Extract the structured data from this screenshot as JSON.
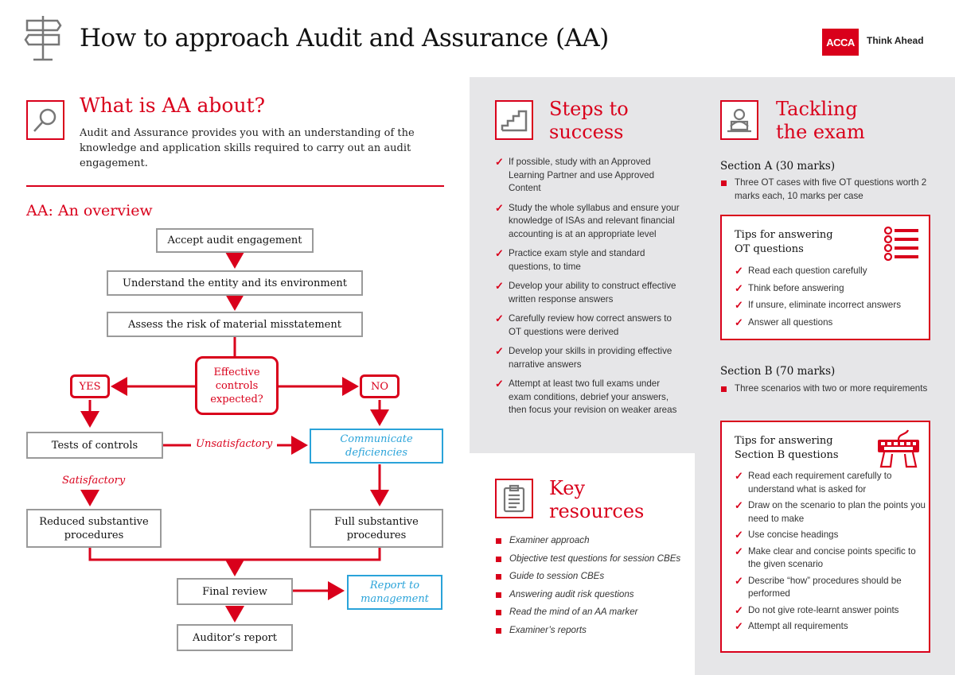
{
  "header": {
    "title": "How to approach Audit and Assurance (AA)",
    "logo": "ACCA",
    "tagline": "Think Ahead",
    "signpost_icon": "signpost-icon"
  },
  "about": {
    "heading": "What is AA about?",
    "icon": "magnifier-icon",
    "text": "Audit and Assurance provides you with an understanding of the knowledge and application skills required to carry out an audit engagement."
  },
  "overview": {
    "heading": "AA: An overview",
    "accept": "Accept audit engagement",
    "understand": "Understand the entity and its environment",
    "assess": "Assess the risk of material misstatement",
    "decision": "Effective controls expected?",
    "yes": "YES",
    "no": "NO",
    "tests": "Tests of controls",
    "unsatisfactory": "Unsatisfactory",
    "communicate": "Communicate deficiencies",
    "satisfactory": "Satisfactory",
    "reduced": "Reduced substantive procedures",
    "full": "Full substantive procedures",
    "final": "Final review",
    "report_mgmt": "Report to management",
    "auditor_report": "Auditor’s report"
  },
  "steps": {
    "heading_line1": "Steps to",
    "heading_line2": "success",
    "icon": "stairs-icon",
    "items": [
      "If possible, study with an Approved Learning Partner and use Approved Content",
      "Study the whole syllabus and ensure your knowledge of ISAs and relevant financial accounting is at an appropriate level",
      "Practice exam style and standard questions, to time",
      "Develop your ability to construct effective written response answers",
      "Carefully review how correct answers to OT questions were derived",
      "Develop your skills in providing effective narrative answers",
      "Attempt at least two full exams under exam conditions, debrief your answers, then focus your revision on weaker areas"
    ]
  },
  "resources": {
    "heading_line1": "Key",
    "heading_line2": "resources",
    "icon": "clipboard-icon",
    "items": [
      "Examiner approach",
      "Objective test questions for session CBEs",
      "Guide to session CBEs",
      "Answering audit risk questions",
      "Read the mind of an AA marker",
      "Examiner’s reports"
    ]
  },
  "exam": {
    "heading_line1": "Tackling",
    "heading_line2": "the exam",
    "icon": "laptop-person-icon",
    "section_a_title": "Section A (30 marks)",
    "section_a_text": "Three OT cases with five OT questions worth 2 marks each, 10 marks per case",
    "tips_ot_line1": "Tips for answering",
    "tips_ot_line2": "OT questions",
    "tips_ot_icon": "checklist-icon",
    "tips_ot": [
      "Read each question carefully",
      "Think before answering",
      "If unsure, eliminate incorrect answers",
      "Answer all questions"
    ],
    "section_b_title": "Section B (70 marks)",
    "section_b_text": "Three scenarios with two or more requirements",
    "tips_b_line1": "Tips for answering",
    "tips_b_line2": "Section B questions",
    "tips_b_icon": "keyboard-hands-icon",
    "tips_b": [
      "Read each requirement carefully to understand what is asked for",
      "Draw on the scenario to plan the points you need to make",
      "Use concise headings",
      "Make clear and concise points specific to the given scenario",
      "Describe “how” procedures should be performed",
      "Do not give rote-learnt answer points",
      "Attempt all requirements"
    ]
  },
  "colors": {
    "accent": "#d9001b",
    "blue": "#2aa3d9",
    "panel": "#e6e6e8"
  }
}
